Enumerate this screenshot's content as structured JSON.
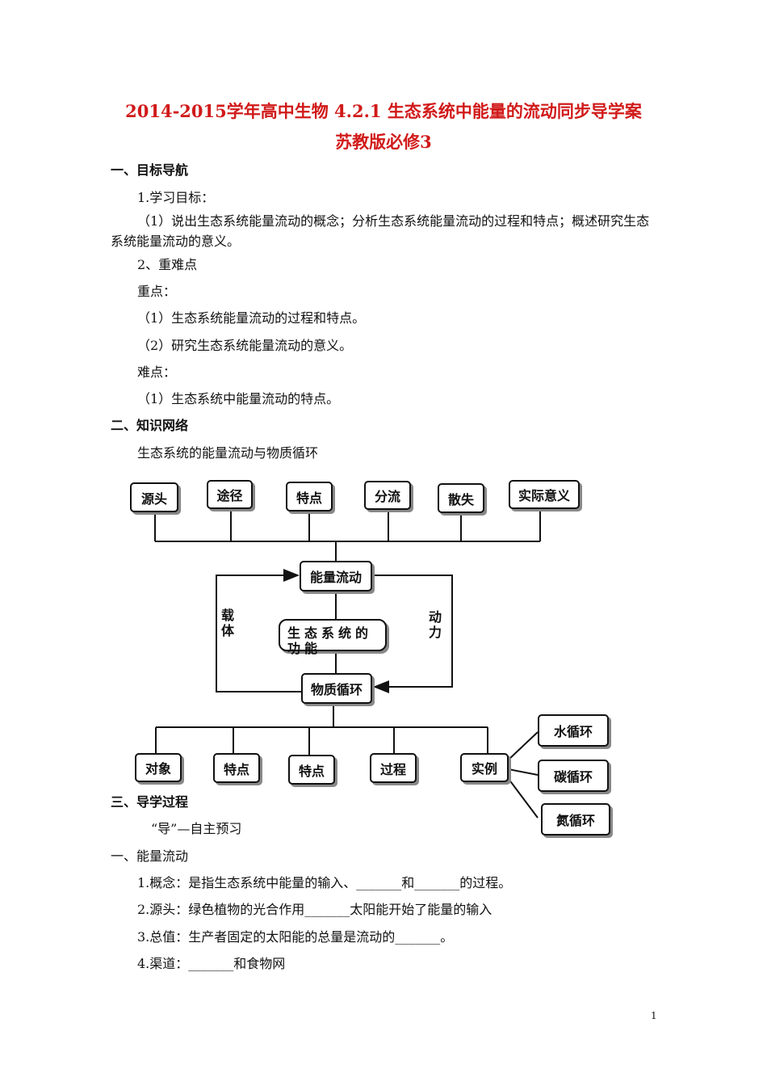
{
  "title": {
    "line1": "2014-2015学年高中生物 4.2.1 生态系统中能量的流动同步导学案",
    "line2": "苏教版必修3"
  },
  "s1": {
    "heading": "一、目标导航",
    "goal_label": "1.学习目标：",
    "goal_text_1": "（1）说出生态系统能量流动的概念；分析生态系统能量流动的过程和特点；概述研究生态",
    "goal_text_2": "系统能量流动的意义。",
    "key_label": "2、重难点",
    "key_points_label": "重点：",
    "key_point_1": "（1）生态系统能量流动的过程和特点。",
    "key_point_2": "（2）研究生态系统能量流动的意义。",
    "difficult_label": "难点：",
    "difficult_point_1": "（1）生态系统中能量流动的特点。"
  },
  "s2": {
    "heading": "二、知识网络",
    "subtitle": "生态系统的能量流动与物质循环"
  },
  "diagram": {
    "top_boxes": [
      "源头",
      "途径",
      "特点",
      "分流",
      "散失",
      "实际意义"
    ],
    "energy_flow": "能量流动",
    "function": "生态系统的功能",
    "cycle": "物质循环",
    "carrier": "载体",
    "power": "动力",
    "bottom_boxes": [
      "对象",
      "特点",
      "特点",
      "过程",
      "实例"
    ],
    "examples": [
      "水循环",
      "碳循环",
      "氮循环"
    ]
  },
  "s3": {
    "heading": "三、导学过程",
    "guide": "“导”—自主预习",
    "sub_heading": "一、能量流动",
    "item1": "1.概念：是指生态系统中能量的输入、_______和_______的过程。",
    "item2": "2.源头：绿色植物的光合作用_______太阳能开始了能量的输入",
    "item3": "3.总值：生产者固定的太阳能的总量是流动的_______。",
    "item4": "4.渠道：_______和食物网"
  },
  "page_number": "1"
}
